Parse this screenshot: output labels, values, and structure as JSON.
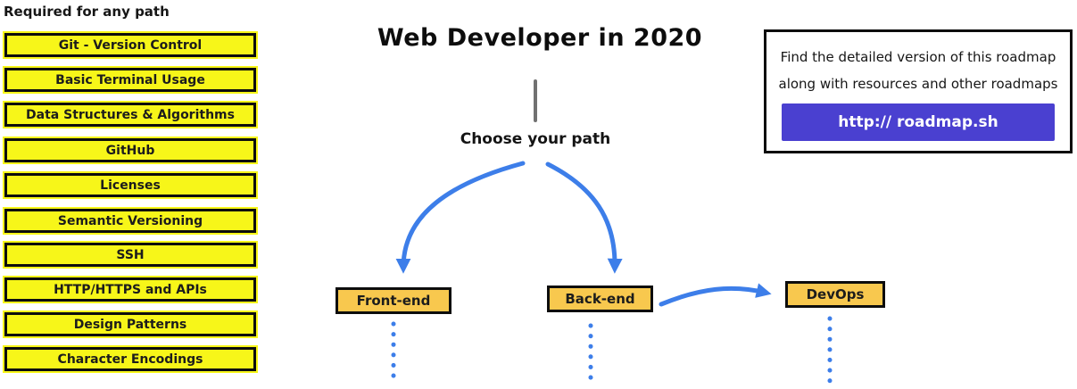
{
  "sidebar": {
    "title": "Required for any path",
    "items": [
      "Git - Version Control",
      "Basic Terminal Usage",
      "Data Structures & Algorithms",
      "GitHub",
      "Licenses",
      "Semantic Versioning",
      "SSH",
      "HTTP/HTTPS and APIs",
      "Design Patterns",
      "Character Encodings"
    ]
  },
  "header": {
    "title": "Web Developer in 2020"
  },
  "choose_path_label": "Choose your path",
  "paths": [
    {
      "label": "Front-end"
    },
    {
      "label": "Back-end"
    },
    {
      "label": "DevOps"
    }
  ],
  "info_box": {
    "line1": "Find the detailed version of this roadmap",
    "line2": "along with resources and other roadmaps",
    "button_label": "http:// roadmap.sh"
  },
  "colors": {
    "highlight_yellow": "#f7f619",
    "path_orange": "#f8c84e",
    "arrow_blue": "#3d7ee9",
    "button_indigo": "#4a40d0",
    "line_gray": "#717171"
  }
}
